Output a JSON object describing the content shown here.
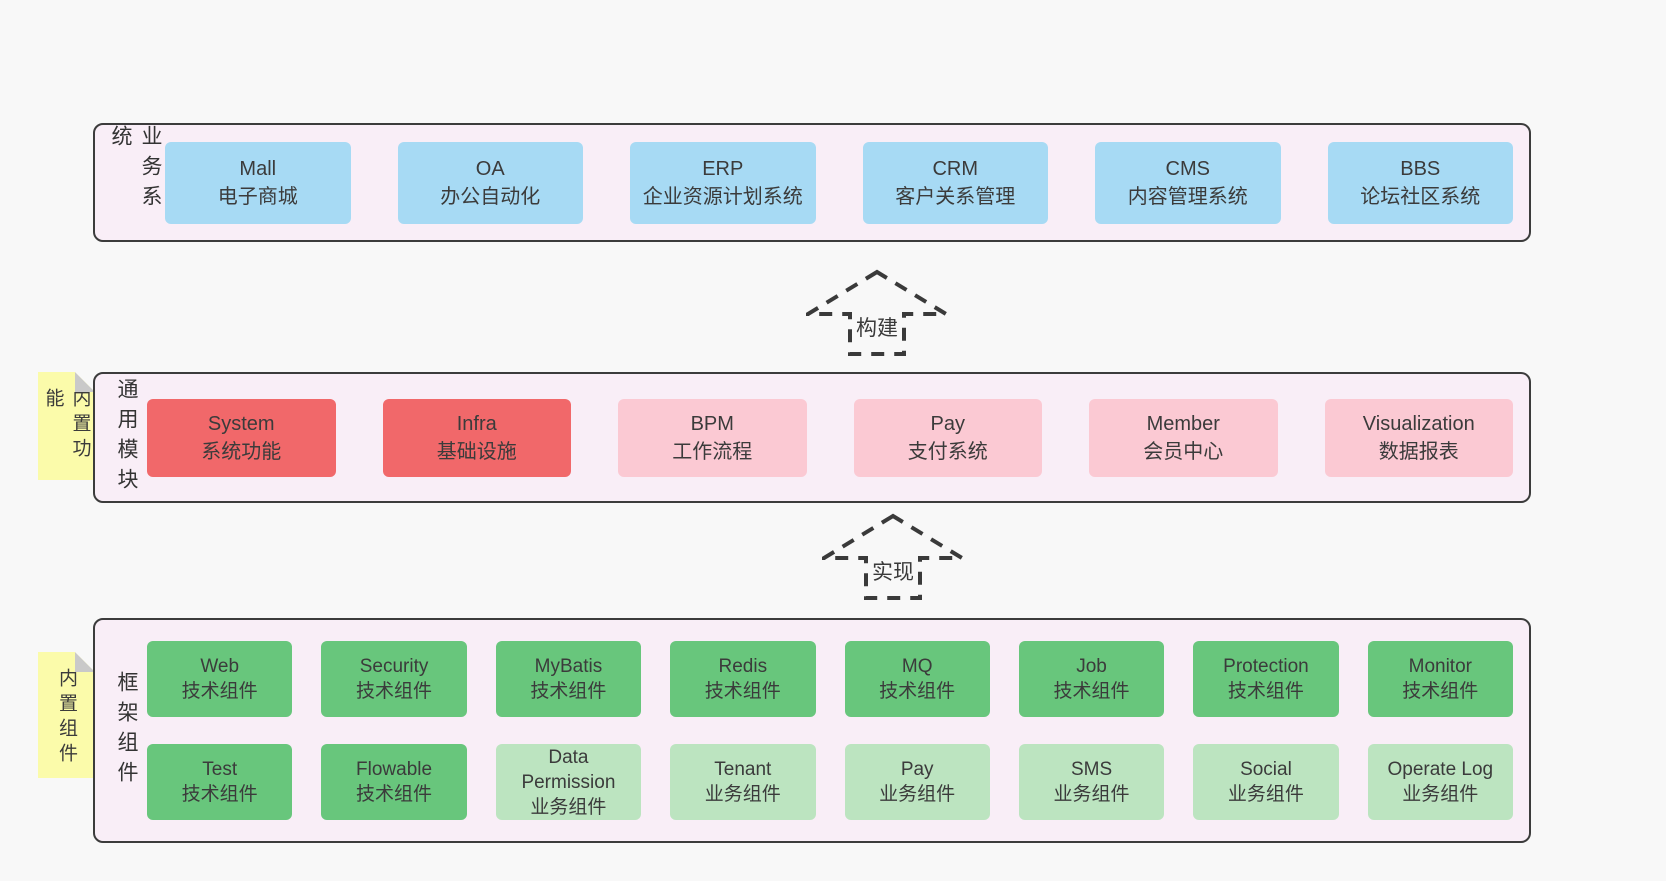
{
  "palette": {
    "blue": "#a7daf4",
    "red": "#f1686a",
    "pink": "#fbc9d3",
    "green": "#68c67c",
    "lightgreen": "#bce4c0",
    "container": "#f9eef7",
    "tab_yellow": "#fbfbaa",
    "fold_gray": "#c9c9c9",
    "line_dark": "#3a3a3a",
    "page_background": "#f8f8f8"
  },
  "arrows": [
    {
      "label": "构建"
    },
    {
      "label": "实现"
    }
  ],
  "layers": [
    {
      "label": "业务系统",
      "tab": null,
      "rows": [
        [
          {
            "name": "Mall",
            "desc": "电子商城",
            "variant": "blue"
          },
          {
            "name": "OA",
            "desc": "办公自动化",
            "variant": "blue"
          },
          {
            "name": "ERP",
            "desc": "企业资源计划系统",
            "variant": "blue"
          },
          {
            "name": "CRM",
            "desc": "客户关系管理",
            "variant": "blue"
          },
          {
            "name": "CMS",
            "desc": "内容管理系统",
            "variant": "blue"
          },
          {
            "name": "BBS",
            "desc": "论坛社区系统",
            "variant": "blue"
          }
        ]
      ]
    },
    {
      "label": "通用模块",
      "tab": "内置功能",
      "rows": [
        [
          {
            "name": "System",
            "desc": "系统功能",
            "variant": "red"
          },
          {
            "name": "Infra",
            "desc": "基础设施",
            "variant": "red"
          },
          {
            "name": "BPM",
            "desc": "工作流程",
            "variant": "pink"
          },
          {
            "name": "Pay",
            "desc": "支付系统",
            "variant": "pink"
          },
          {
            "name": "Member",
            "desc": "会员中心",
            "variant": "pink"
          },
          {
            "name": "Visualization",
            "desc": "数据报表",
            "variant": "pink"
          }
        ]
      ]
    },
    {
      "label": "框架组件",
      "tab": "内置组件",
      "rows": [
        [
          {
            "name": "Web",
            "desc": "技术组件",
            "variant": "green"
          },
          {
            "name": "Security",
            "desc": "技术组件",
            "variant": "green"
          },
          {
            "name": "MyBatis",
            "desc": "技术组件",
            "variant": "green"
          },
          {
            "name": "Redis",
            "desc": "技术组件",
            "variant": "green"
          },
          {
            "name": "MQ",
            "desc": "技术组件",
            "variant": "green"
          },
          {
            "name": "Job",
            "desc": "技术组件",
            "variant": "green"
          },
          {
            "name": "Protection",
            "desc": "技术组件",
            "variant": "green"
          },
          {
            "name": "Monitor",
            "desc": "技术组件",
            "variant": "green"
          }
        ],
        [
          {
            "name": "Test",
            "desc": "技术组件",
            "variant": "green"
          },
          {
            "name": "Flowable",
            "desc": "技术组件",
            "variant": "green"
          },
          {
            "name": "Data Permission",
            "desc": "业务组件",
            "variant": "lightgreen"
          },
          {
            "name": "Tenant",
            "desc": "业务组件",
            "variant": "lightgreen"
          },
          {
            "name": "Pay",
            "desc": "业务组件",
            "variant": "lightgreen"
          },
          {
            "name": "SMS",
            "desc": "业务组件",
            "variant": "lightgreen"
          },
          {
            "name": "Social",
            "desc": "业务组件",
            "variant": "lightgreen"
          },
          {
            "name": "Operate Log",
            "desc": "业务组件",
            "variant": "lightgreen"
          }
        ]
      ]
    }
  ]
}
